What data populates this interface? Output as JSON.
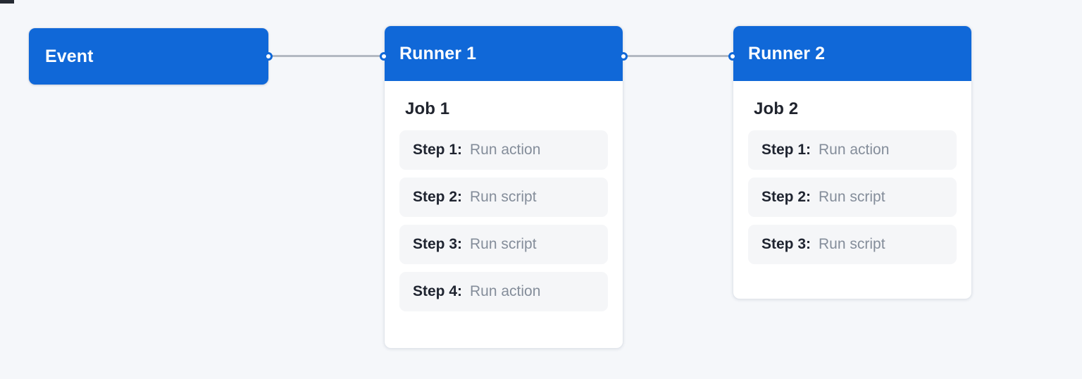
{
  "canvas": {
    "background_color": "#f5f7fa",
    "accent_color": "#1068d8",
    "edge_color": "#b3b9c2"
  },
  "event_node": {
    "label": "Event"
  },
  "runners": [
    {
      "title": "Runner 1",
      "job_title": "Job 1",
      "steps": [
        {
          "key": "Step 1:",
          "value": "Run action"
        },
        {
          "key": "Step 2:",
          "value": "Run script"
        },
        {
          "key": "Step 3:",
          "value": "Run script"
        },
        {
          "key": "Step 4:",
          "value": "Run action"
        }
      ]
    },
    {
      "title": "Runner 2",
      "job_title": "Job 2",
      "steps": [
        {
          "key": "Step 1:",
          "value": "Run action"
        },
        {
          "key": "Step 2:",
          "value": "Run script"
        },
        {
          "key": "Step 3:",
          "value": "Run script"
        }
      ]
    }
  ]
}
